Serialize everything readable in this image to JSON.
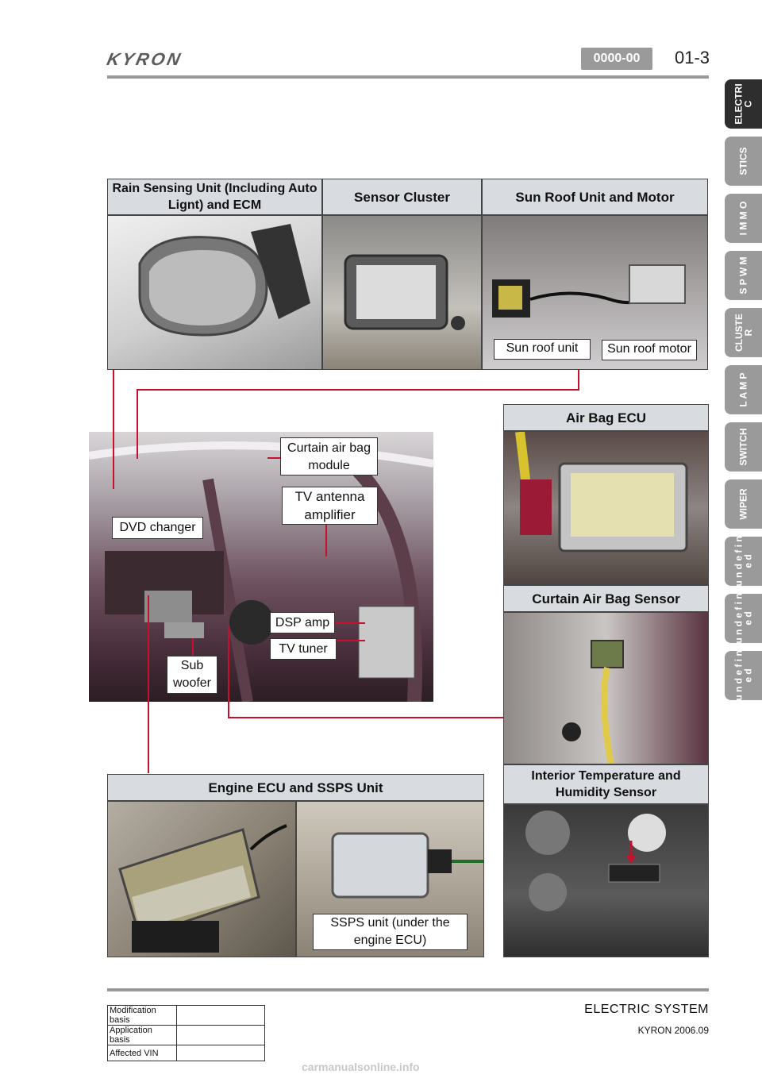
{
  "header": {
    "logo_text": "KYRON",
    "code": "0000-00",
    "page": "01-3"
  },
  "side_tabs": [
    {
      "label": "ELECTRI\nC",
      "active": true
    },
    {
      "label": "STICS",
      "active": false
    },
    {
      "label": "I M M O",
      "active": false
    },
    {
      "label": "S P W M",
      "active": false
    },
    {
      "label": "CLUSTE\nR",
      "active": false
    },
    {
      "label": "L A M P",
      "active": false
    },
    {
      "label": "SWITCH",
      "active": false
    },
    {
      "label": "WIPER",
      "active": false
    },
    {
      "label": "u n d e f i n\ne d",
      "active": false
    },
    {
      "label": "u n d e f i n\ne d",
      "active": false
    },
    {
      "label": "u n d e f i n\ne d",
      "active": false
    }
  ],
  "sections": {
    "rain_sensing": "Rain Sensing Unit (Including Auto Lignt) and ECM",
    "sensor_cluster": "Sensor Cluster",
    "sun_roof": "Sun Roof Unit and Motor",
    "air_bag_ecu": "Air Bag ECU",
    "curtain_air_bag_sensor": "Curtain Air Bag Sensor",
    "interior_temp": "Interior Temperature and Humidity Sensor",
    "engine_ecu": "Engine ECU and SSPS Unit"
  },
  "callouts": {
    "sun_roof_unit": "Sun roof unit",
    "sun_roof_motor": "Sun roof motor",
    "curtain_air_bag_module": "Curtain air bag module",
    "tv_antenna_amplifier": "TV antenna amplifier",
    "dvd_changer": "DVD changer",
    "dsp_amp": "DSP amp",
    "tv_tuner": "TV tuner",
    "sub_woofer": "Sub woofer",
    "ssps_unit": "SSPS unit (under the engine ECU)"
  },
  "footer": {
    "title": "ELECTRIC SYSTEM",
    "subtitle": "KYRON 2006.09",
    "table": [
      {
        "label": "Modification basis",
        "value": ""
      },
      {
        "label": "Application basis",
        "value": ""
      },
      {
        "label": "Affected VIN",
        "value": ""
      }
    ],
    "watermark": "carmanualsonline.info"
  },
  "colors": {
    "accent_red": "#c8102e",
    "header_fill": "#d8dbe0",
    "tab_gray": "#9a9a9a",
    "tab_active": "#2e2e2e"
  }
}
